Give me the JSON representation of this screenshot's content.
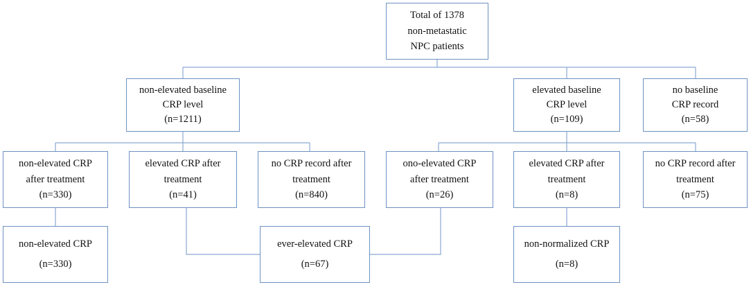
{
  "style": {
    "border_color": "#6d91c2",
    "line_color": "#8aa8d2",
    "text_color": "#111111"
  },
  "nodes": {
    "total": {
      "lines": [
        "Total of 1378",
        "non-metastatic",
        "NPC patients"
      ]
    },
    "non_elevated_baseline": {
      "lines": [
        "non-elevated baseline",
        "CRP level",
        "(n=1211)"
      ]
    },
    "elevated_baseline": {
      "lines": [
        "elevated baseline",
        "CRP level",
        "(n=109)"
      ]
    },
    "no_baseline": {
      "lines": [
        "no baseline",
        "CRP record",
        "(n=58)"
      ]
    },
    "ne_non_elevated_after": {
      "lines": [
        "non-elevated CRP",
        "after treatment",
        "(n=330)"
      ]
    },
    "ne_elevated_after": {
      "lines": [
        "elevated CRP after",
        "treatment",
        "(n=41)"
      ]
    },
    "ne_no_record_after": {
      "lines": [
        "no CRP record after",
        "treatment",
        "(n=840)"
      ]
    },
    "e_non_elevated_after": {
      "lines": [
        "ono-elevated CRP",
        "after treatment",
        "(n=26)"
      ]
    },
    "e_elevated_after": {
      "lines": [
        "elevated CRP after",
        "treatment",
        "(n=8)"
      ]
    },
    "e_no_record_after": {
      "lines": [
        "no CRP record after",
        "treatment",
        "(n=75)"
      ]
    },
    "final_non_elevated": {
      "lines": [
        "non-elevated CRP",
        "(n=330)"
      ]
    },
    "final_ever_elevated": {
      "lines": [
        "ever-elevated CRP",
        "(n=67)"
      ]
    },
    "final_non_normalized": {
      "lines": [
        "non-normalized CRP",
        "(n=8)"
      ]
    }
  }
}
